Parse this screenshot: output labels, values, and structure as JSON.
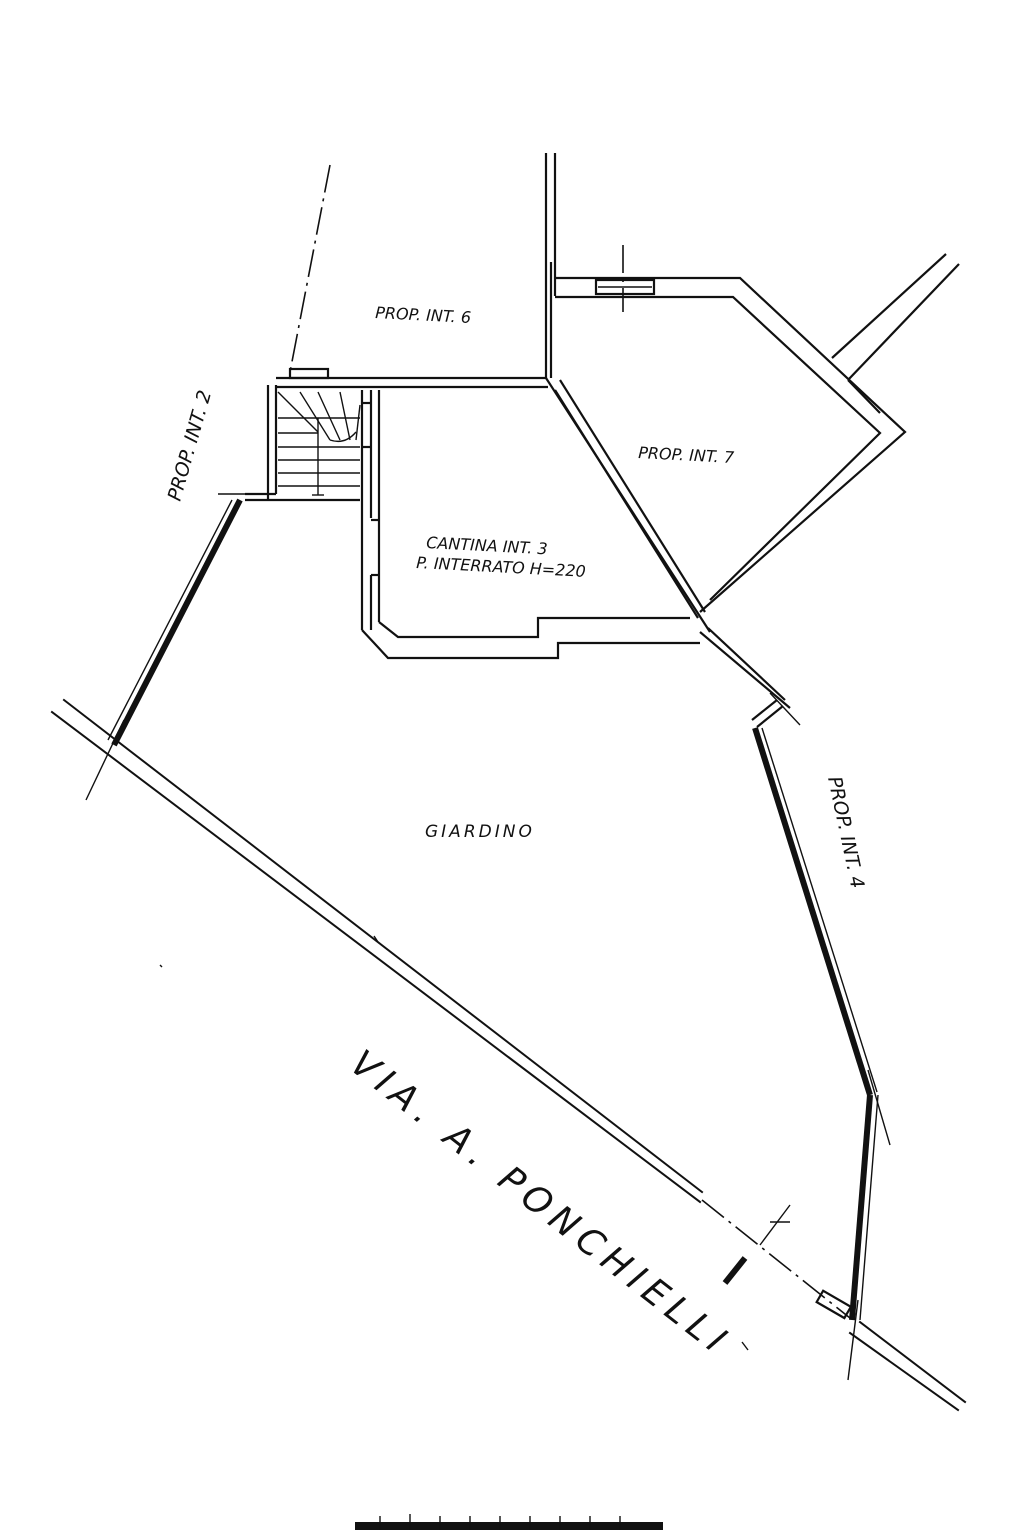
{
  "plan": {
    "labels": {
      "prop_int_6": "PROP. INT. 6",
      "prop_int_7": "PROP. INT. 7",
      "prop_int_2": "PROP. INT. 2",
      "prop_int_4": "PROP. INT. 4",
      "cantina_line1": "CANTINA INT. 3",
      "cantina_line2": "P. INTERRATO H=220",
      "giardino": "GIARDINO",
      "street": "VIA. A. PONCHIELLI"
    },
    "colors": {
      "ink": "#111111",
      "paper": "#ffffff"
    }
  }
}
